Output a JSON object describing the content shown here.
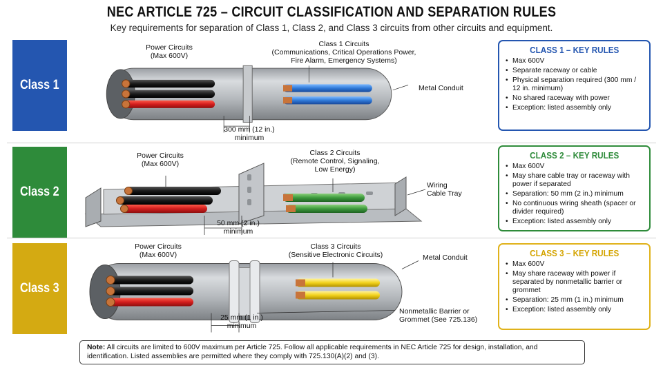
{
  "title": "NEC ARTICLE 725 – CIRCUIT CLASSIFICATION AND SEPARATION RULES",
  "subtitle": "Key requirements for separation of Class 1, Class 2, and Class 3 circuits from other circuits and equipment.",
  "colors": {
    "class1": "#2456b0",
    "class2": "#2e8b3a",
    "class3": "#d4aa12",
    "red_wire": "#d22020",
    "black_wire": "#1c1c1c",
    "blue_wire": "#2f7ad8",
    "green_wire": "#3d9a3d",
    "yellow_wire": "#f2d21c",
    "copper": "#c8743a"
  },
  "class1": {
    "box_label": "Class 1",
    "power_label_1": "Power Circuits",
    "power_label_2": "(Max 600V)",
    "circuits_label_1": "Class 1 Circuits",
    "circuits_label_2": "(Communications, Critical Operations Power,",
    "circuits_label_3": "Fire Alarm, Emergency Systems)",
    "enclosure_label": "Metal Conduit",
    "separation_1": "300 mm (12 in.)",
    "separation_2": "minimum",
    "rules_title": "CLASS 1 – KEY RULES",
    "rules": [
      "Max 600V",
      "Separate raceway or cable",
      "Physical separation required (300 mm / 12 in. minimum)",
      "No shared raceway with power",
      "Exception: listed assembly only"
    ]
  },
  "class2": {
    "box_label": "Class 2",
    "power_label_1": "Power Circuits",
    "power_label_2": "(Max 600V)",
    "circuits_label_1": "Class 2 Circuits",
    "circuits_label_2": "(Remote Control, Signaling,",
    "circuits_label_3": "Low Energy)",
    "enclosure_label_1": "Wiring",
    "enclosure_label_2": "Cable Tray",
    "separation_1": "50 mm (2 in.)",
    "separation_2": "minimum",
    "rules_title": "CLASS 2 – KEY RULES",
    "rules": [
      "Max 600V",
      "May share cable tray or raceway with power if separated",
      "Separation: 50 mm (2 in.) minimum",
      "No continuous wiring sheath (spacer or divider required)",
      "Exception: listed assembly only"
    ]
  },
  "class3": {
    "box_label": "Class 3",
    "power_label_1": "Power Circuits",
    "power_label_2": "(Max 600V)",
    "circuits_label_1": "Class 3 Circuits",
    "circuits_label_2": "(Sensitive Electronic Circuits)",
    "enclosure_label": "Metal Conduit",
    "barrier_label_1": "Nonmetallic Barrier or",
    "barrier_label_2": "Grommet (See 725.136)",
    "separation_1": "25 mm (1 in.)",
    "separation_2": "minimum",
    "rules_title": "CLASS 3 – KEY RULES",
    "rules": [
      "Max 600V",
      "May share raceway with power if separated by nonmetallic barrier or grommet",
      "Separation: 25 mm (1 in.) minimum",
      "Exception: listed assembly only"
    ]
  },
  "note": {
    "label": "Note:",
    "text": "All circuits are limited to 600V maximum per Article 725. Follow all applicable requirements in NEC Article 725 for design, installation, and identification. Listed assemblies are permitted where they comply with 725.130(A)(2) and (3)."
  }
}
